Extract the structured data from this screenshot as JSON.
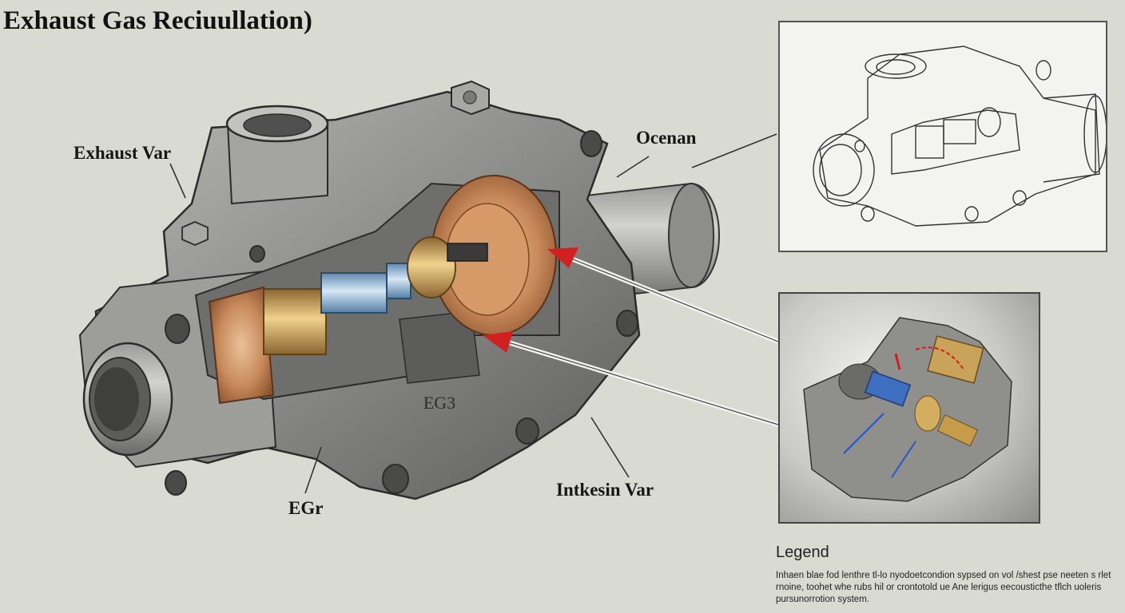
{
  "title": "Exhaust Gas Reciuullation)",
  "labels": {
    "exhaust_var": "Exhaust Var",
    "ocenan": "Ocenan",
    "egr": "EGr",
    "intkesin_var": "Intkesin Var",
    "casting_mark": "EG3"
  },
  "legend": {
    "heading": "Legend",
    "text": "Inhaen blae fod lenthre tl-lo nyodoetcondion sypsed on vol /shest pse neeten s rlet rnoine, toohet whe rubs hil or crontotold ue Ane lerigus eecousticthe tflch uoleris pursunorrotion system."
  },
  "colors": {
    "background": "#d9dad2",
    "metal": "#8c8c8a",
    "copper": "#c98a55",
    "brass": "#c9a35a",
    "blue_shaft": "#8fb5d6",
    "arrow_red": "#d21f1f"
  },
  "icons": [
    "red-flow-arrow"
  ]
}
